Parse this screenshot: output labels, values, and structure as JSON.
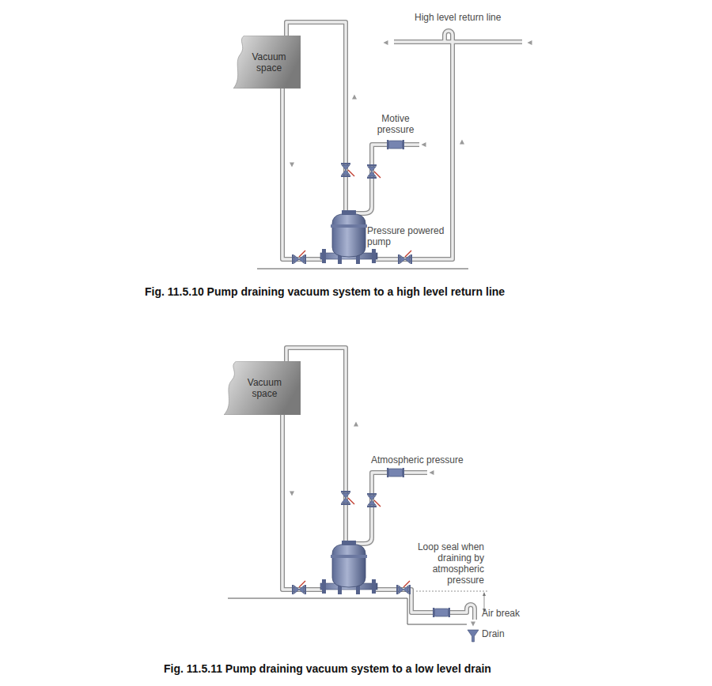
{
  "diagram": {
    "nodes": [
      {
        "text": [
          "Vacuum space"
        ]
      },
      {
        "text": [
          "Vacuum space"
        ]
      }
    ],
    "labels": [
      "High level return line",
      "Motive pressure",
      "Pressure powered pump",
      "Fig. 11.5.10 Pump draining vacuum system to a high level return line",
      "Atmospheric pressure",
      "Loop seal when draining by atmospheric pressure",
      "Air break",
      "Drain",
      "Fig. 11.5.11 Pump draining vacuum system to a low level drain"
    ]
  }
}
